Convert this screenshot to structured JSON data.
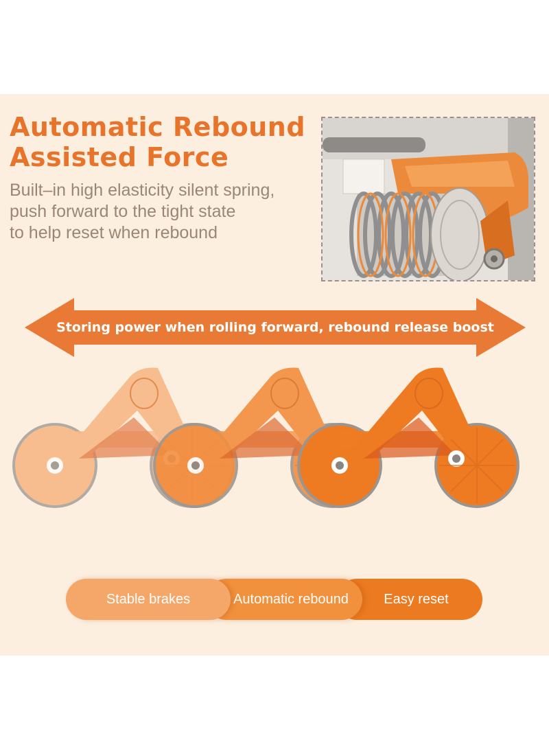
{
  "heading": {
    "line1": "Automatic Rebound",
    "line2": "Assisted Force"
  },
  "description": {
    "line1": "Built–in high elasticity silent spring,",
    "line2": "push forward to the tight state",
    "line3": "to help reset when rebound"
  },
  "arrow_banner": {
    "text": "Storing power when rolling forward, rebound release boost"
  },
  "features": [
    {
      "label": "Stable brakes"
    },
    {
      "label": "Automatic rebound"
    },
    {
      "label": "Easy reset"
    }
  ],
  "colors": {
    "accent": "#e8732a",
    "panel_background": "#fdefe0",
    "description_text": "#9a8672",
    "arrow": "#e87a36"
  }
}
